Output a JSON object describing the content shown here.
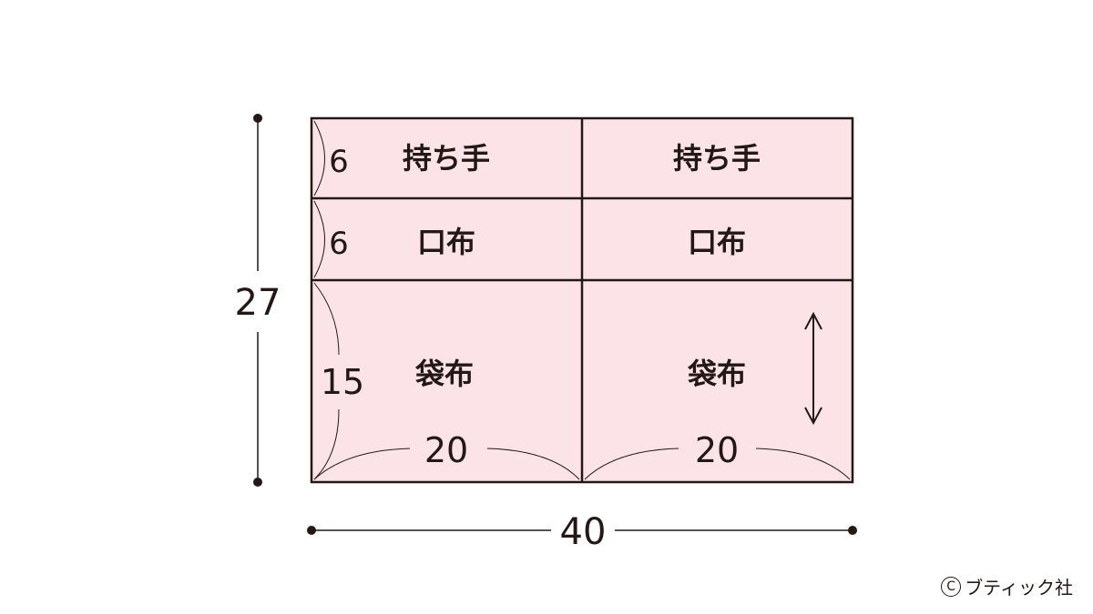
{
  "panels": {
    "handle_left": "持ち手",
    "handle_right": "持ち手",
    "opening_left": "口布",
    "opening_right": "口布",
    "bag_left": "袋布",
    "bag_right": "袋布"
  },
  "dimensions": {
    "total_height": "27",
    "total_width": "40",
    "handle_height": "6",
    "opening_height": "6",
    "bag_height": "15",
    "left_width": "20",
    "right_width": "20"
  },
  "credit": {
    "symbol": "C",
    "publisher": "ブティック社"
  },
  "colors": {
    "fabric_fill": "#fbe3e7",
    "line": "#231815"
  }
}
